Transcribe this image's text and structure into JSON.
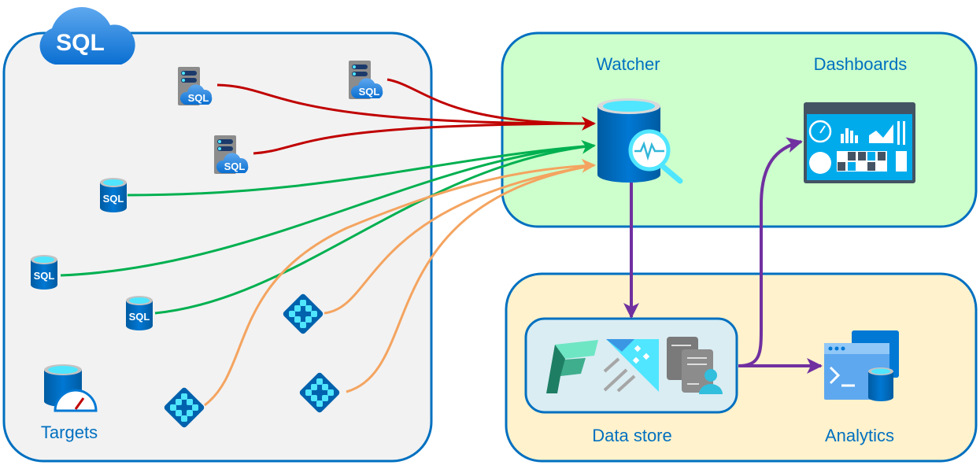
{
  "cloud_badge": {
    "text": "SQL",
    "icon": "sql-cloud-icon"
  },
  "targets": {
    "label": "Targets",
    "servers": [
      {
        "icon": "sql-server-icon",
        "text": "SQL"
      },
      {
        "icon": "sql-server-icon",
        "text": "SQL"
      },
      {
        "icon": "sql-server-icon",
        "text": "SQL"
      }
    ],
    "databases": [
      {
        "icon": "sql-database-icon",
        "text": "SQL"
      },
      {
        "icon": "sql-database-icon",
        "text": "SQL"
      },
      {
        "icon": "sql-database-icon",
        "text": "SQL"
      }
    ],
    "elastic_pools": [
      {
        "icon": "elastic-pool-icon"
      },
      {
        "icon": "elastic-pool-icon"
      },
      {
        "icon": "elastic-pool-icon"
      }
    ]
  },
  "watcher": {
    "label": "Watcher",
    "icon": "database-watcher-icon"
  },
  "dashboards": {
    "label": "Dashboards",
    "icon": "dashboard-icon"
  },
  "data_store": {
    "label": "Data store",
    "icons": [
      "fabric-icon",
      "data-explorer-icon",
      "documents-user-icon"
    ]
  },
  "analytics": {
    "label": "Analytics",
    "icon": "analytics-console-icon"
  },
  "colors": {
    "border": "#0070c0",
    "targets_bg": "#f2f2f2",
    "watcher_bg": "#ccffcc",
    "store_bg": "#fff2cc",
    "inner_store_bg": "#daedf3",
    "servers_flow": "#c00000",
    "databases_flow": "#00b050",
    "pools_flow": "#f4a460",
    "output_flow": "#7030a0"
  }
}
